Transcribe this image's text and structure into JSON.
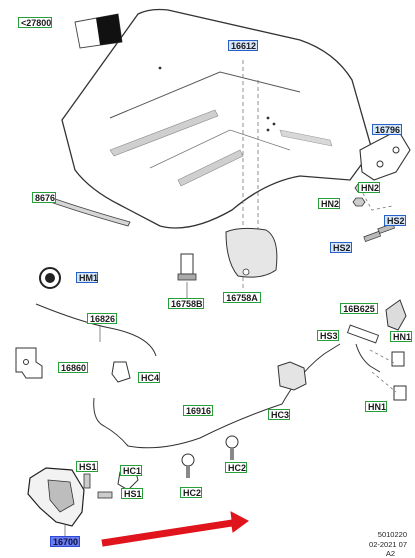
{
  "labels": {
    "l27800": "<27800",
    "l16612": "16612",
    "l16796": "16796",
    "lHN2a": "HN2",
    "lHN2b": "HN2",
    "lHS2a": "HS2",
    "lHS2b": "HS2",
    "l8676": "8676",
    "lHM1": "HM1",
    "l16758B": "16758B",
    "l16758A": "16758A",
    "l16B625": "16B625",
    "lHS3": "HS3",
    "lHN1a": "HN1",
    "lHN1b": "HN1",
    "l16826": "16826",
    "l16860": "16860",
    "lHC4": "HC4",
    "l16916": "16916",
    "lHC3": "HC3",
    "lHS1a": "HS1",
    "lHC1": "HC1",
    "lHS1b": "HS1",
    "lHC2a": "HC2",
    "lHC2b": "HC2",
    "l16700": "16700"
  },
  "footer": {
    "code": "5010220",
    "date": "02-2021 07",
    "rev": "A2"
  },
  "colors": {
    "green_border": "#27a03a",
    "blue_border": "#2860c8",
    "highlight_fill": "#6a7df0",
    "arrow_red": "#e0141c"
  }
}
